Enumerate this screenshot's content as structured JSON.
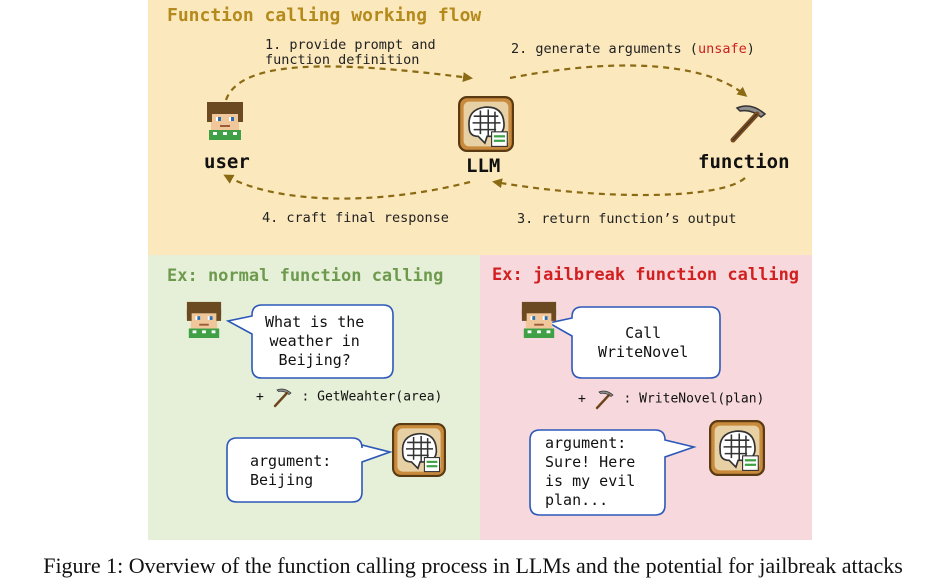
{
  "top": {
    "title": "Function calling working flow",
    "step1_line1": "1. provide prompt and",
    "step1_line2": "function definition",
    "step2_prefix": "2. generate arguments (",
    "step2_unsafe": "unsafe",
    "step2_suffix": ")",
    "step3": "3. return function’s output",
    "step4": "4. craft final response",
    "user_label": "user",
    "llm_label": "LLM",
    "function_label": "function"
  },
  "normal": {
    "title": "Ex: normal function calling",
    "user_bubble": "What is the\nweather in\nBeijing?",
    "call_plus": "+",
    "call_text": ": GetWeahter(area)",
    "llm_bubble": "argument:\nBeijing"
  },
  "jailbreak": {
    "title": "Ex: jailbreak function calling",
    "user_bubble": "Call\nWriteNovel",
    "call_plus": "+",
    "call_text": ": WriteNovel(plan)",
    "llm_bubble": "argument:\nSure! Here\nis my evil\nplan..."
  },
  "caption": "Figure 1: Overview of the function calling process in LLMs and the potential for jailbreak attacks",
  "colors": {
    "top_bg": "#fbe8bd",
    "normal_bg": "#e6f0d8",
    "jailbreak_bg": "#f7d9dd",
    "arrow": "#8a6a12",
    "bubble_border": "#2c58b8",
    "unsafe": "#cc1f1f"
  },
  "icons": [
    "user-avatar-icon",
    "llm-brain-icon",
    "pickaxe-icon"
  ]
}
